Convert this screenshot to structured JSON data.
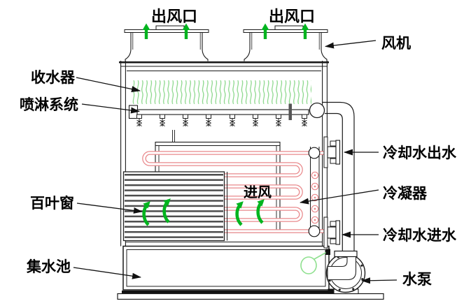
{
  "labels": {
    "air_outlet_left": "出风口",
    "air_outlet_right": "出风口",
    "fan": "风机",
    "drift_eliminator": "收水器",
    "spray_system": "喷淋系统",
    "cooling_water_outlet": "冷却水出水",
    "condenser": "冷凝器",
    "cooling_water_inlet": "冷却水进水",
    "water_pump": "水泵",
    "louver": "百叶窗",
    "air_inlet": "进风",
    "water_basin": "集水池"
  },
  "colors": {
    "line": "#1a1a1a",
    "airflow_green": "#00B41E",
    "eliminator_green": "#86D686",
    "float_green": "#8FE08F",
    "coil_pink": "#E9898C",
    "louver_slat": "#4d4d4d",
    "background": "#ffffff"
  }
}
